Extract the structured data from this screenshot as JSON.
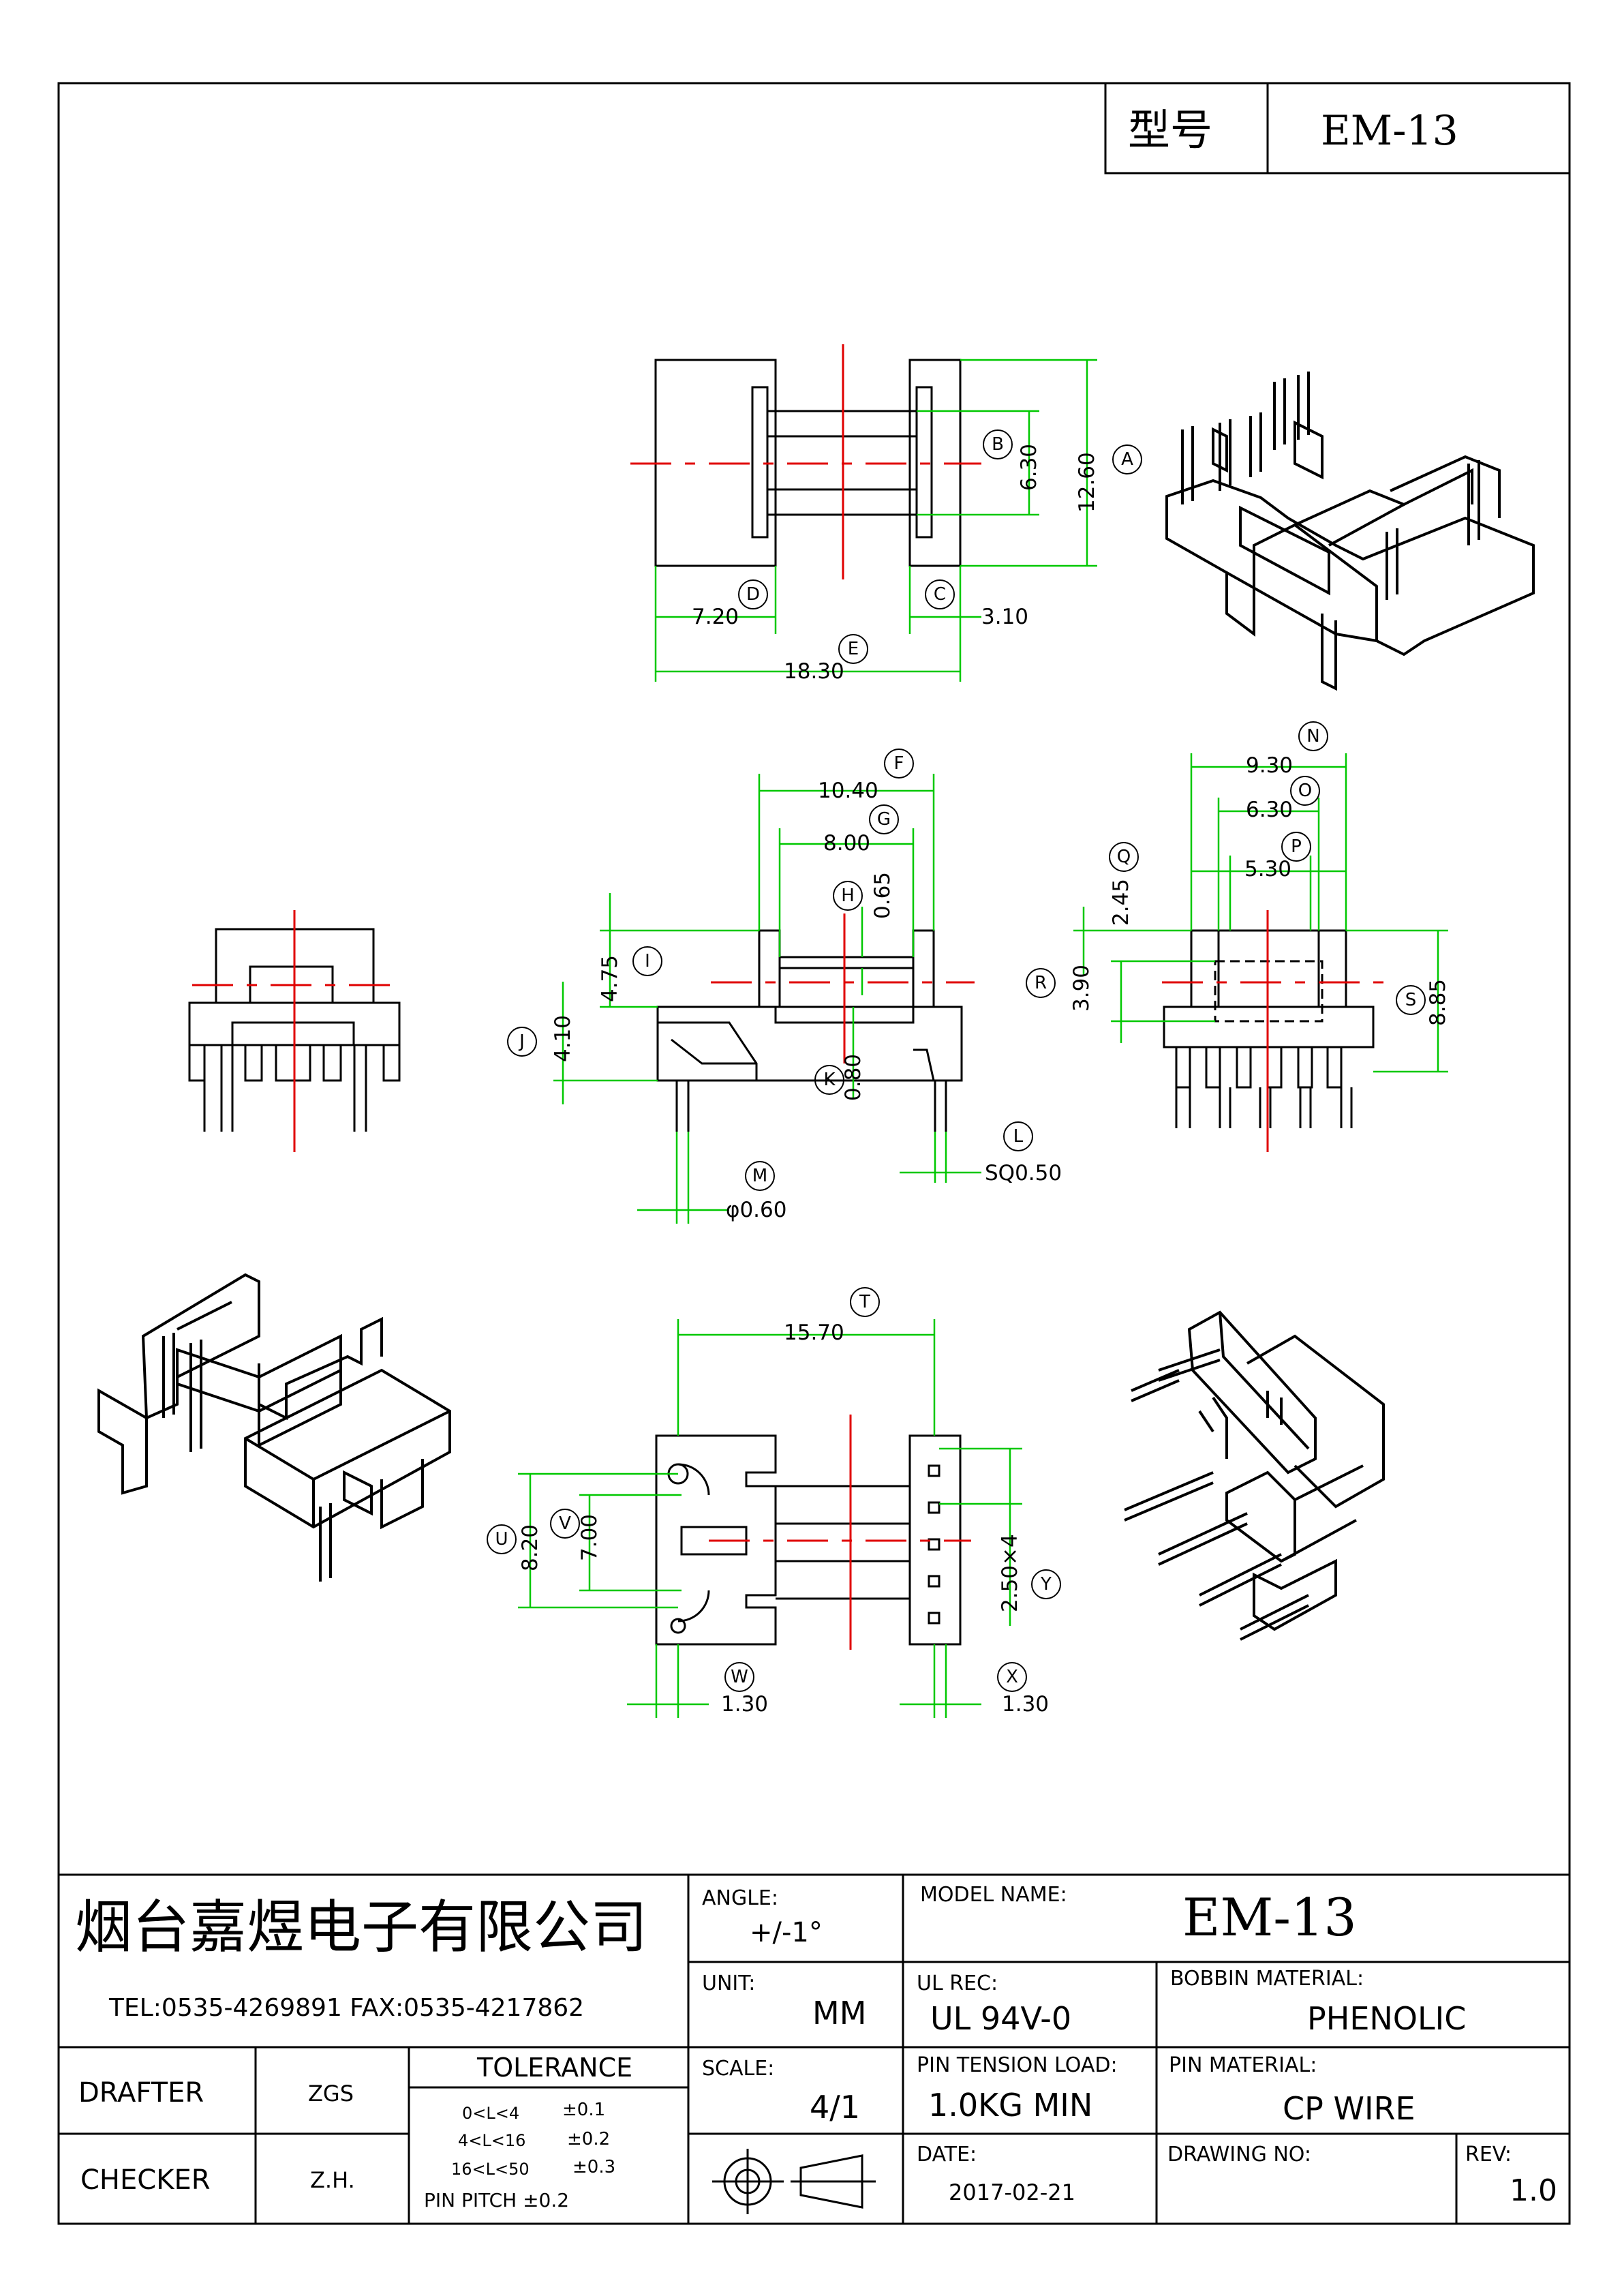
{
  "header": {
    "model_label": "型号",
    "model_value": "EM-13"
  },
  "dimensions": {
    "A": "12.60",
    "B": "6.30",
    "C": "3.10",
    "D": "7.20",
    "E": "18.30",
    "F": "10.40",
    "G": "8.00",
    "H": "0.65",
    "I": "4.75",
    "J": "4.10",
    "K": "0.80",
    "L": "SQ0.50",
    "M": "φ0.60",
    "N": "9.30",
    "O": "6.30",
    "P": "5.30",
    "Q": "2.45",
    "R": "3.90",
    "S": "8.85",
    "T": "15.70",
    "U": "8.20",
    "V": "7.00",
    "W": "1.30",
    "X": "1.30",
    "Y": "2.50×4"
  },
  "bubbles": [
    "A",
    "B",
    "C",
    "D",
    "E",
    "F",
    "G",
    "H",
    "I",
    "J",
    "K",
    "L",
    "M",
    "N",
    "O",
    "P",
    "Q",
    "R",
    "S",
    "T",
    "U",
    "V",
    "W",
    "X",
    "Y"
  ],
  "title_block": {
    "company": "烟台嘉煜电子有限公司",
    "contact": "TEL:0535-4269891  FAX:0535-4217862",
    "angle_label": "ANGLE:",
    "angle_value": "+/-1°",
    "unit_label": "UNIT:",
    "unit_value": "MM",
    "scale_label": "SCALE:",
    "scale_value": "4/1",
    "model_name_label": "MODEL NAME:",
    "model_name_value": "EM-13",
    "ul_rec_label": "UL REC:",
    "ul_rec_value": "UL 94V-0",
    "bobbin_material_label": "BOBBIN MATERIAL:",
    "bobbin_material_value": "PHENOLIC",
    "pin_tension_label": "PIN TENSION LOAD:",
    "pin_tension_value": "1.0KG MIN",
    "pin_material_label": "PIN MATERIAL:",
    "pin_material_value": "CP WIRE",
    "date_label": "DATE:",
    "date_value": "2017-02-21",
    "drawing_no_label": "DRAWING NO:",
    "drawing_no_value": "",
    "rev_label": "REV:",
    "rev_value": "1.0",
    "drafter_label": "DRAFTER",
    "drafter_value": "ZGS",
    "checker_label": "CHECKER",
    "checker_value": "Z.H.",
    "tolerance_label": "TOLERANCE",
    "tolerance_rows": [
      {
        "range": "0<L<4",
        "tol": "±0.1"
      },
      {
        "range": "4<L<16",
        "tol": "±0.2"
      },
      {
        "range": "16<L<50",
        "tol": "±0.3"
      }
    ],
    "pin_pitch": "PIN PITCH  ±0.2"
  },
  "colors": {
    "dimension": "#00c800",
    "centerline": "#e00000",
    "outline": "#000000"
  }
}
